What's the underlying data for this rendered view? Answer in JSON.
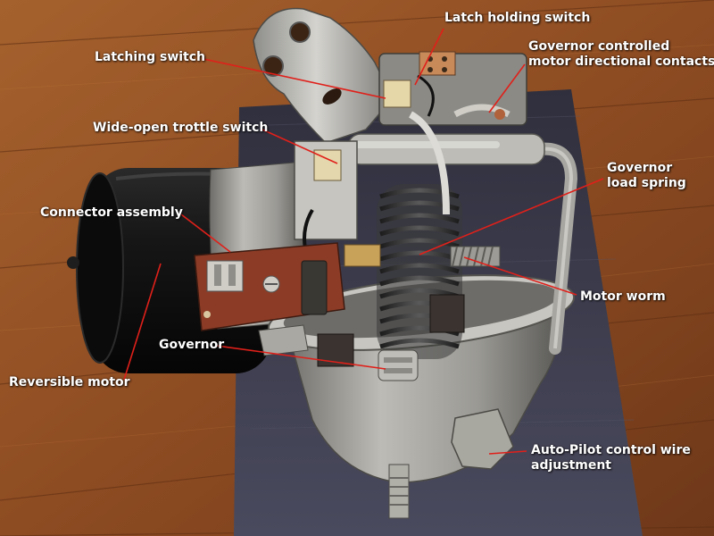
{
  "image": {
    "subject": "automotive cruise control servo unit (Auto-Pilot) with exposed internals on a wooden floor and dark cloth",
    "colors": {
      "wood_light": "#b06a32",
      "wood_dark": "#6b3517",
      "cloth": "#3e3d52",
      "motor_black": "#121212",
      "metal": "#b9b8b2",
      "circuit_board": "#8a3a24",
      "leader_line": "#e0201a",
      "label_text": "#ffffff"
    }
  },
  "callouts": {
    "latch_holding_switch": "Latch holding switch",
    "latching_switch": "Latching switch",
    "governor_directional_contacts": [
      "Governor controlled",
      "motor directional contacts"
    ],
    "wide_open_throttle_switch": "Wide-open trottle switch",
    "governor_load_spring": [
      "Governor",
      "load spring"
    ],
    "connector_assembly": "Connector assembly",
    "motor_worm": "Motor worm",
    "governor": "Governor",
    "reversible_motor": "Reversible motor",
    "autopilot_wire_adjustment": [
      "Auto-Pilot control wire",
      "adjustment"
    ]
  }
}
